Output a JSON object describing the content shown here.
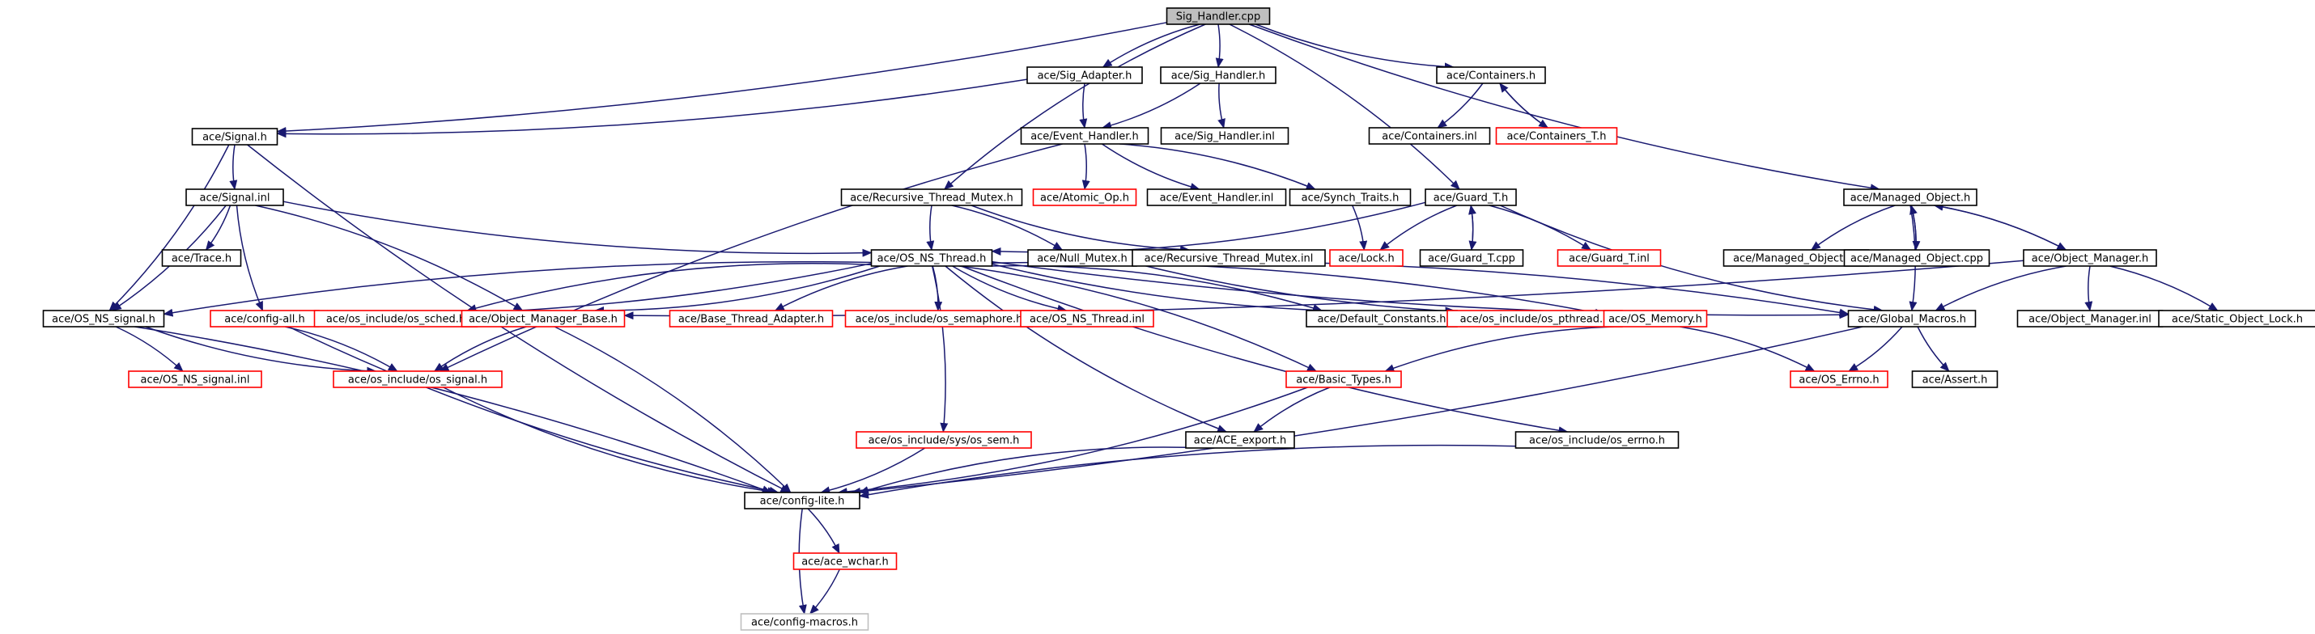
{
  "colors": {
    "edge": "#191970",
    "node_border_normal": "#000000",
    "node_border_truncated": "#ff0000",
    "node_border_external": "#bfbfbf",
    "root_fill": "#bfbfbf",
    "text": "#000000",
    "background": "#ffffff"
  },
  "nodes": [
    {
      "id": "root",
      "label": "Sig_Handler.cpp",
      "style": "root"
    },
    {
      "id": "sig_adapter_h",
      "label": "ace/Sig_Adapter.h",
      "style": "normal"
    },
    {
      "id": "sig_handler_h",
      "label": "ace/Sig_Handler.h",
      "style": "normal"
    },
    {
      "id": "containers_h",
      "label": "ace/Containers.h",
      "style": "normal"
    },
    {
      "id": "containers_inl",
      "label": "ace/Containers.inl",
      "style": "normal"
    },
    {
      "id": "containers_t_h",
      "label": "ace/Containers_T.h",
      "style": "truncated"
    },
    {
      "id": "signal_h",
      "label": "ace/Signal.h",
      "style": "normal"
    },
    {
      "id": "event_handler_h",
      "label": "ace/Event_Handler.h",
      "style": "normal"
    },
    {
      "id": "sig_handler_inl",
      "label": "ace/Sig_Handler.inl",
      "style": "normal"
    },
    {
      "id": "signal_inl",
      "label": "ace/Signal.inl",
      "style": "normal"
    },
    {
      "id": "atomic_op_h",
      "label": "ace/Atomic_Op.h",
      "style": "truncated"
    },
    {
      "id": "event_handler_inl",
      "label": "ace/Event_Handler.inl",
      "style": "normal"
    },
    {
      "id": "recursive_thread_mutex_h",
      "label": "ace/Recursive_Thread_Mutex.h",
      "style": "normal"
    },
    {
      "id": "synch_traits_h",
      "label": "ace/Synch_Traits.h",
      "style": "normal"
    },
    {
      "id": "guard_t_h",
      "label": "ace/Guard_T.h",
      "style": "normal"
    },
    {
      "id": "managed_object_h",
      "label": "ace/Managed_Object.h",
      "style": "normal"
    },
    {
      "id": "trace_h",
      "label": "ace/Trace.h",
      "style": "normal"
    },
    {
      "id": "os_ns_thread_h",
      "label": "ace/OS_NS_Thread.h",
      "style": "normal"
    },
    {
      "id": "null_mutex_h",
      "label": "ace/Null_Mutex.h",
      "style": "normal"
    },
    {
      "id": "recursive_thread_mutex_inl",
      "label": "ace/Recursive_Thread_Mutex.inl",
      "style": "normal"
    },
    {
      "id": "lock_h",
      "label": "ace/Lock.h",
      "style": "truncated"
    },
    {
      "id": "guard_t_cpp",
      "label": "ace/Guard_T.cpp",
      "style": "normal"
    },
    {
      "id": "guard_t_inl",
      "label": "ace/Guard_T.inl",
      "style": "truncated"
    },
    {
      "id": "managed_object_inl",
      "label": "ace/Managed_Object.inl",
      "style": "normal"
    },
    {
      "id": "managed_object_cpp",
      "label": "ace/Managed_Object.cpp",
      "style": "normal"
    },
    {
      "id": "object_manager_h",
      "label": "ace/Object_Manager.h",
      "style": "normal"
    },
    {
      "id": "os_ns_signal_h",
      "label": "ace/OS_NS_signal.h",
      "style": "normal"
    },
    {
      "id": "config_all_h",
      "label": "ace/config-all.h",
      "style": "truncated"
    },
    {
      "id": "os_sched_h",
      "label": "ace/os_include/os_sched.h",
      "style": "truncated"
    },
    {
      "id": "object_manager_base_h",
      "label": "ace/Object_Manager_Base.h",
      "style": "truncated"
    },
    {
      "id": "base_thread_adapter_h",
      "label": "ace/Base_Thread_Adapter.h",
      "style": "truncated"
    },
    {
      "id": "os_semaphore_h",
      "label": "ace/os_include/os_semaphore.h",
      "style": "truncated"
    },
    {
      "id": "os_ns_thread_inl",
      "label": "ace/OS_NS_Thread.inl",
      "style": "truncated"
    },
    {
      "id": "default_constants_h",
      "label": "ace/Default_Constants.h",
      "style": "normal"
    },
    {
      "id": "os_pthread_h",
      "label": "ace/os_include/os_pthread.h",
      "style": "truncated"
    },
    {
      "id": "os_memory_h",
      "label": "ace/OS_Memory.h",
      "style": "truncated"
    },
    {
      "id": "global_macros_h",
      "label": "ace/Global_Macros.h",
      "style": "normal"
    },
    {
      "id": "object_manager_inl",
      "label": "ace/Object_Manager.inl",
      "style": "normal"
    },
    {
      "id": "static_object_lock_h",
      "label": "ace/Static_Object_Lock.h",
      "style": "normal"
    },
    {
      "id": "os_ns_signal_inl",
      "label": "ace/OS_NS_signal.inl",
      "style": "truncated"
    },
    {
      "id": "os_signal_h",
      "label": "ace/os_include/os_signal.h",
      "style": "truncated"
    },
    {
      "id": "basic_types_h",
      "label": "ace/Basic_Types.h",
      "style": "truncated"
    },
    {
      "id": "os_errno_h",
      "label": "ace/OS_Errno.h",
      "style": "truncated"
    },
    {
      "id": "assert_h",
      "label": "ace/Assert.h",
      "style": "normal"
    },
    {
      "id": "os_sys_sem_h",
      "label": "ace/os_include/sys/os_sem.h",
      "style": "truncated"
    },
    {
      "id": "ace_export_h",
      "label": "ace/ACE_export.h",
      "style": "normal"
    },
    {
      "id": "os_errno_inc_h",
      "label": "ace/os_include/os_errno.h",
      "style": "normal"
    },
    {
      "id": "config_lite_h",
      "label": "ace/config-lite.h",
      "style": "normal"
    },
    {
      "id": "ace_wchar_h",
      "label": "ace/ace_wchar.h",
      "style": "truncated"
    },
    {
      "id": "config_macros_h",
      "label": "ace/config-macros.h",
      "style": "external"
    }
  ],
  "edges": [
    [
      "root",
      "sig_adapter_h"
    ],
    [
      "root",
      "sig_handler_h"
    ],
    [
      "root",
      "containers_h"
    ],
    [
      "root",
      "signal_h"
    ],
    [
      "root",
      "recursive_thread_mutex_h"
    ],
    [
      "root",
      "guard_t_h"
    ],
    [
      "root",
      "managed_object_h"
    ],
    [
      "sig_adapter_h",
      "signal_h"
    ],
    [
      "sig_adapter_h",
      "event_handler_h"
    ],
    [
      "sig_handler_h",
      "event_handler_h"
    ],
    [
      "sig_handler_h",
      "sig_handler_inl"
    ],
    [
      "containers_h",
      "containers_inl"
    ],
    [
      "containers_h",
      "containers_t_h"
    ],
    [
      "containers_t_h",
      "containers_h"
    ],
    [
      "signal_h",
      "signal_inl"
    ],
    [
      "signal_h",
      "os_ns_signal_h"
    ],
    [
      "signal_h",
      "config_lite_h"
    ],
    [
      "event_handler_h",
      "atomic_op_h"
    ],
    [
      "event_handler_h",
      "event_handler_inl"
    ],
    [
      "event_handler_h",
      "synch_traits_h"
    ],
    [
      "event_handler_h",
      "os_signal_h"
    ],
    [
      "signal_inl",
      "trace_h"
    ],
    [
      "signal_inl",
      "config_all_h"
    ],
    [
      "signal_inl",
      "os_ns_signal_h"
    ],
    [
      "signal_inl",
      "os_ns_thread_h"
    ],
    [
      "signal_inl",
      "object_manager_base_h"
    ],
    [
      "recursive_thread_mutex_h",
      "os_ns_thread_h"
    ],
    [
      "recursive_thread_mutex_h",
      "null_mutex_h"
    ],
    [
      "recursive_thread_mutex_h",
      "recursive_thread_mutex_inl"
    ],
    [
      "synch_traits_h",
      "lock_h"
    ],
    [
      "guard_t_h",
      "lock_h"
    ],
    [
      "guard_t_h",
      "guard_t_cpp"
    ],
    [
      "guard_t_cpp",
      "guard_t_h"
    ],
    [
      "guard_t_h",
      "guard_t_inl"
    ],
    [
      "guard_t_h",
      "global_macros_h"
    ],
    [
      "guard_t_h",
      "os_ns_thread_h"
    ],
    [
      "managed_object_h",
      "managed_object_inl"
    ],
    [
      "managed_object_h",
      "managed_object_cpp"
    ],
    [
      "managed_object_cpp",
      "managed_object_h"
    ],
    [
      "managed_object_h",
      "object_manager_h"
    ],
    [
      "object_manager_h",
      "managed_object_h"
    ],
    [
      "managed_object_h",
      "global_macros_h"
    ],
    [
      "object_manager_h",
      "object_manager_inl"
    ],
    [
      "object_manager_h",
      "static_object_lock_h"
    ],
    [
      "object_manager_h",
      "global_macros_h"
    ],
    [
      "object_manager_h",
      "object_manager_base_h"
    ],
    [
      "os_ns_thread_h",
      "os_ns_signal_h"
    ],
    [
      "os_ns_thread_h",
      "config_all_h"
    ],
    [
      "os_ns_thread_h",
      "os_sched_h"
    ],
    [
      "os_ns_thread_h",
      "object_manager_base_h"
    ],
    [
      "os_ns_thread_h",
      "base_thread_adapter_h"
    ],
    [
      "os_ns_thread_h",
      "os_semaphore_h"
    ],
    [
      "os_ns_thread_h",
      "os_ns_thread_inl"
    ],
    [
      "os_ns_thread_h",
      "default_constants_h"
    ],
    [
      "os_ns_thread_h",
      "os_pthread_h"
    ],
    [
      "os_ns_thread_h",
      "os_memory_h"
    ],
    [
      "os_ns_thread_h",
      "global_macros_h"
    ],
    [
      "os_ns_thread_h",
      "basic_types_h"
    ],
    [
      "os_ns_thread_h",
      "ace_export_h"
    ],
    [
      "os_ns_thread_h",
      "os_sys_sem_h"
    ],
    [
      "os_ns_thread_h",
      "os_errno_inc_h"
    ],
    [
      "null_mutex_h",
      "global_macros_h"
    ],
    [
      "null_mutex_h",
      "os_memory_h"
    ],
    [
      "os_ns_signal_h",
      "os_ns_signal_inl"
    ],
    [
      "os_ns_signal_h",
      "os_signal_h"
    ],
    [
      "os_ns_signal_h",
      "config_lite_h"
    ],
    [
      "config_all_h",
      "config_lite_h"
    ],
    [
      "config_all_h",
      "os_signal_h"
    ],
    [
      "object_manager_base_h",
      "os_signal_h"
    ],
    [
      "object_manager_base_h",
      "config_lite_h"
    ],
    [
      "os_signal_h",
      "config_lite_h"
    ],
    [
      "os_memory_h",
      "os_errno_h"
    ],
    [
      "os_memory_h",
      "basic_types_h"
    ],
    [
      "global_macros_h",
      "os_errno_h"
    ],
    [
      "global_macros_h",
      "assert_h"
    ],
    [
      "global_macros_h",
      "config_lite_h"
    ],
    [
      "basic_types_h",
      "ace_export_h"
    ],
    [
      "basic_types_h",
      "config_lite_h"
    ],
    [
      "ace_export_h",
      "config_lite_h"
    ],
    [
      "os_sys_sem_h",
      "config_lite_h"
    ],
    [
      "os_errno_inc_h",
      "config_lite_h"
    ],
    [
      "config_lite_h",
      "ace_wchar_h"
    ],
    [
      "config_lite_h",
      "config_macros_h"
    ],
    [
      "ace_wchar_h",
      "config_macros_h"
    ]
  ]
}
